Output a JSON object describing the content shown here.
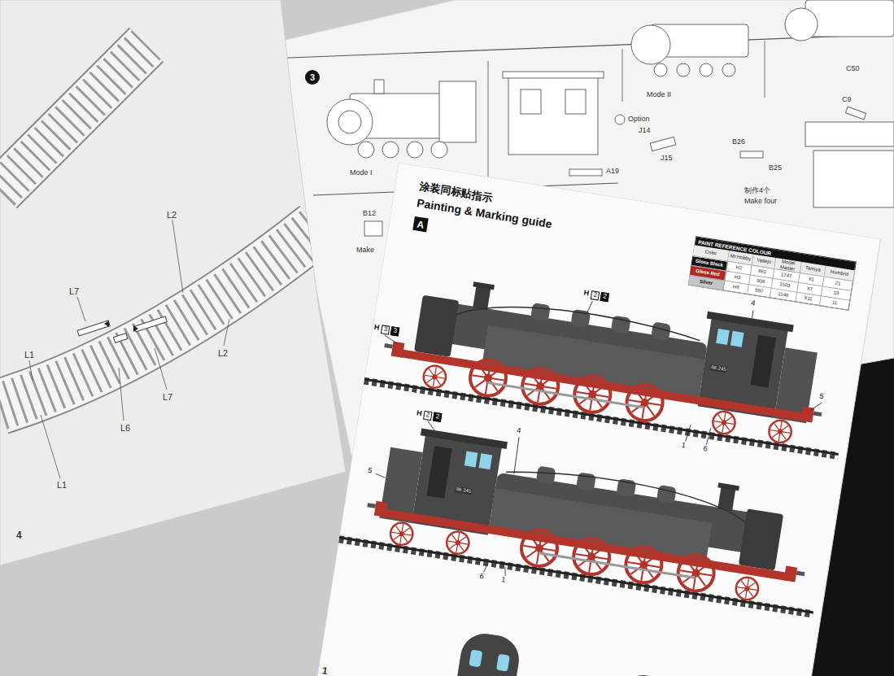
{
  "diagram": {
    "title": "Painting & Marking guide",
    "nodes": [
      {
        "text": [
          "3"
        ]
      },
      {
        "text": [
          "A"
        ]
      },
      {
        "text": [
          "PAINT REFERENCE COLOUR"
        ]
      }
    ],
    "labels": [
      "L2",
      "L7",
      "L1",
      "L6",
      "L2",
      "L7",
      "L1",
      "4",
      "Mode I",
      "Mode II",
      "Option",
      "C50",
      "C9",
      "J14",
      "J15",
      "B26",
      "B25",
      "A19",
      "B12",
      "制作4个",
      "Make four",
      "Make",
      "涂装同标贴指示",
      "Color",
      "Mr.Hobby",
      "Vallejo",
      "Model Master",
      "Tamiya",
      "Humbrol",
      "H2",
      "861",
      "1747",
      "X1",
      "21",
      "H3",
      "908",
      "1503",
      "X7",
      "19",
      "H8",
      "997",
      "1546",
      "X11",
      "11",
      "H",
      "2",
      "2",
      "H",
      "3",
      "3",
      "4",
      "5",
      "1",
      "6",
      "86 245",
      "H",
      "2",
      "2",
      "4",
      "5",
      "6",
      "1",
      "86 245",
      "1"
    ],
    "legend": [
      {
        "text": "Gloss Black",
        "color": "#141414"
      },
      {
        "text": "Gloss Red",
        "color": "#b3281e"
      },
      {
        "text": "Silver",
        "color": "#c4c4c4"
      }
    ]
  }
}
